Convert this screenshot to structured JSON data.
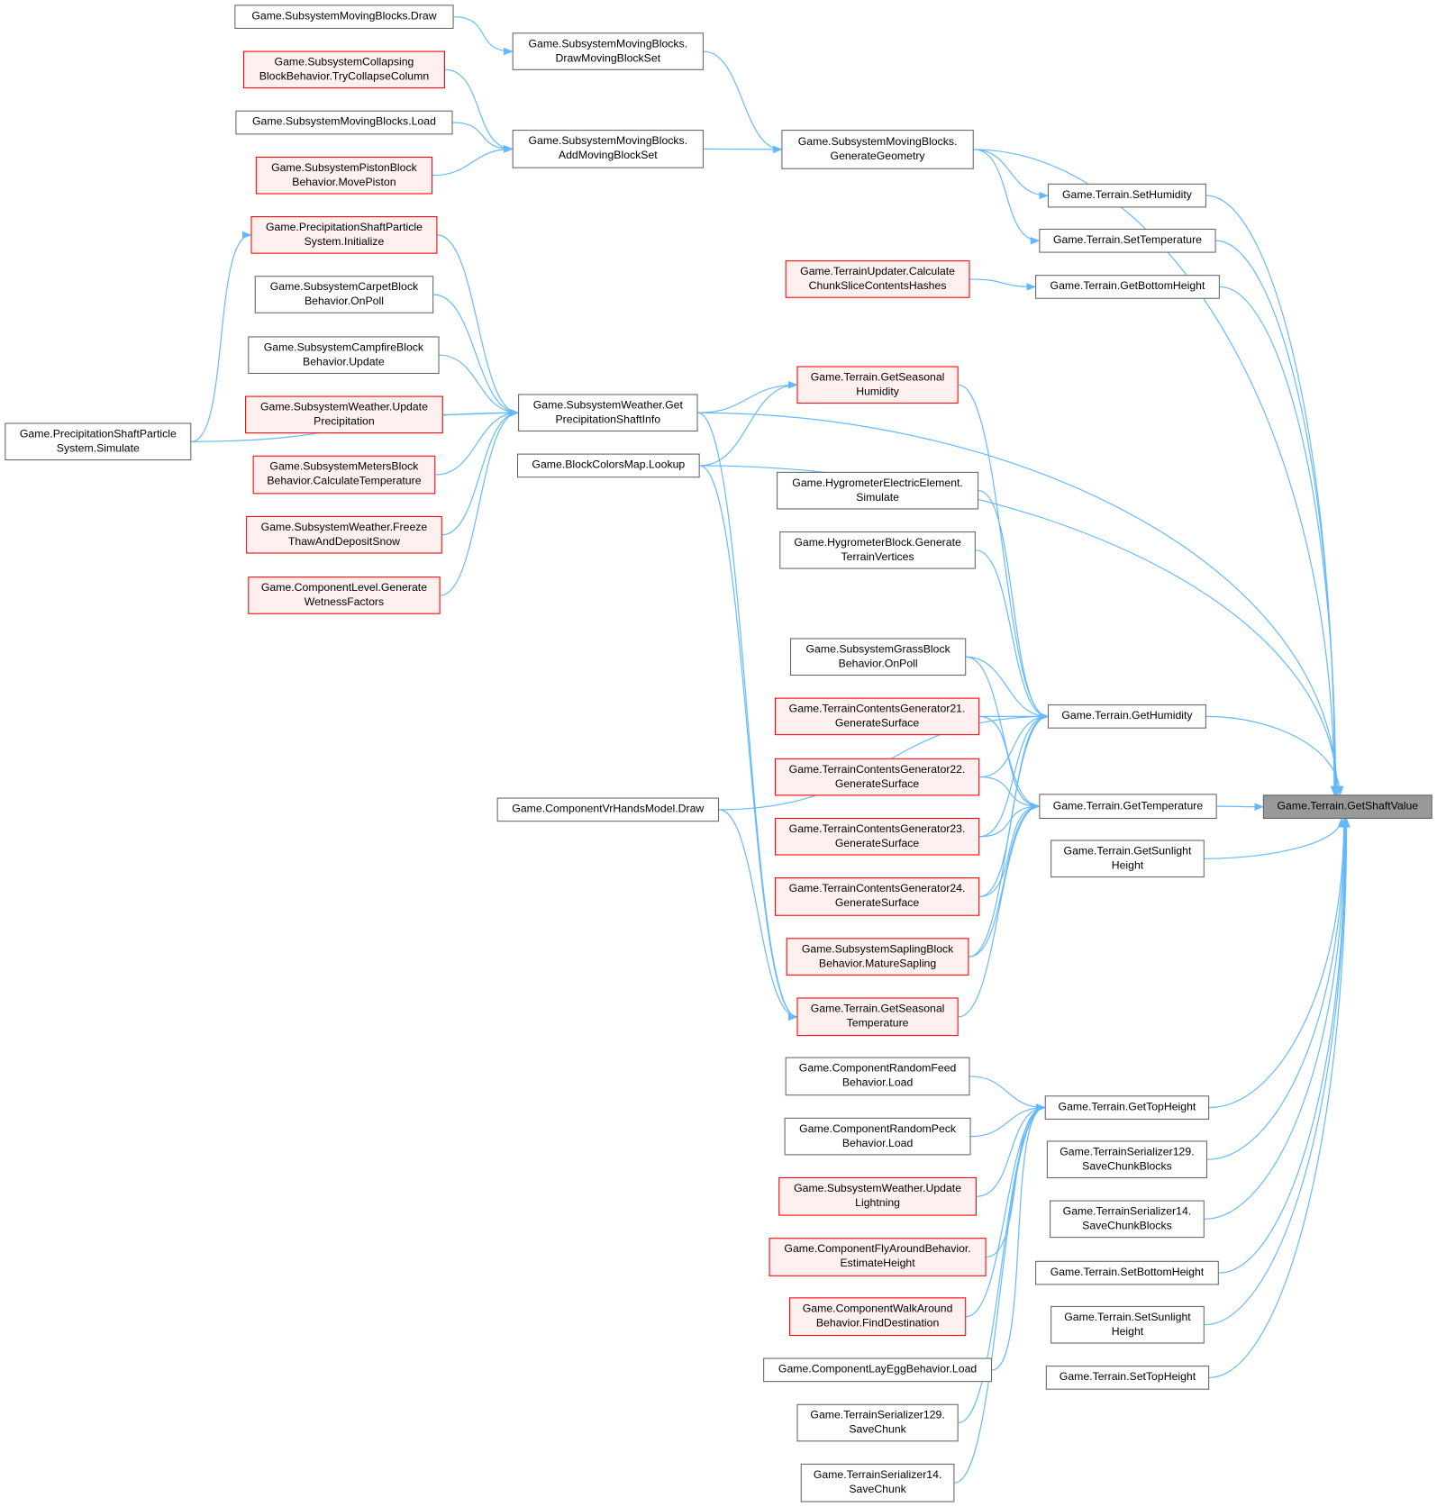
{
  "graph": {
    "title": "Game.Terrain.GetShaftValue",
    "colors": {
      "edge": "#63b8ff",
      "red_border": "#ff0000",
      "red_fill": "#fff0f0",
      "focus_fill": "#999999",
      "border": "#666666"
    },
    "nodes": [
      {
        "id": "n1",
        "label": "Game.SubsystemMovingBlocks.Draw",
        "style": "normal"
      },
      {
        "id": "n2",
        "label": "Game.SubsystemCollapsing\nBlockBehavior.TryCollapseColumn",
        "style": "red"
      },
      {
        "id": "n3",
        "label": "Game.SubsystemMovingBlocks.Load",
        "style": "normal"
      },
      {
        "id": "n4",
        "label": "Game.SubsystemPistonBlock\nBehavior.MovePiston",
        "style": "red"
      },
      {
        "id": "n5",
        "label": "Game.SubsystemMovingBlocks.\nDrawMovingBlockSet",
        "style": "normal"
      },
      {
        "id": "n6",
        "label": "Game.SubsystemMovingBlocks.\nAddMovingBlockSet",
        "style": "normal"
      },
      {
        "id": "n7",
        "label": "Game.SubsystemMovingBlocks.\nGenerateGeometry",
        "style": "normal"
      },
      {
        "id": "n8",
        "label": "Game.Terrain.SetHumidity",
        "style": "normal"
      },
      {
        "id": "n9",
        "label": "Game.Terrain.SetTemperature",
        "style": "normal"
      },
      {
        "id": "n10",
        "label": "Game.TerrainUpdater.Calculate\nChunkSliceContentsHashes",
        "style": "red"
      },
      {
        "id": "n11",
        "label": "Game.Terrain.GetBottomHeight",
        "style": "normal"
      },
      {
        "id": "n12",
        "label": "Game.PrecipitationShaftParticle\nSystem.Initialize",
        "style": "red"
      },
      {
        "id": "n13",
        "label": "Game.SubsystemCarpetBlock\nBehavior.OnPoll",
        "style": "normal"
      },
      {
        "id": "n14",
        "label": "Game.SubsystemCampfireBlock\nBehavior.Update",
        "style": "normal"
      },
      {
        "id": "n15",
        "label": "Game.SubsystemWeather.Update\nPrecipitation",
        "style": "red"
      },
      {
        "id": "n16",
        "label": "Game.SubsystemMetersBlock\nBehavior.CalculateTemperature",
        "style": "red"
      },
      {
        "id": "n17",
        "label": "Game.SubsystemWeather.Freeze\nThawAndDepositSnow",
        "style": "red"
      },
      {
        "id": "n18",
        "label": "Game.ComponentLevel.Generate\nWetnessFactors",
        "style": "red"
      },
      {
        "id": "n19",
        "label": "Game.PrecipitationShaftParticle\nSystem.Simulate",
        "style": "normal"
      },
      {
        "id": "n20",
        "label": "Game.SubsystemWeather.Get\nPrecipitationShaftInfo",
        "style": "normal"
      },
      {
        "id": "n21",
        "label": "Game.BlockColorsMap.Lookup",
        "style": "normal"
      },
      {
        "id": "n22",
        "label": "Game.Terrain.GetSeasonal\nHumidity",
        "style": "red"
      },
      {
        "id": "n23",
        "label": "Game.HygrometerElectricElement.\nSimulate",
        "style": "normal"
      },
      {
        "id": "n24",
        "label": "Game.HygrometerBlock.Generate\nTerrainVertices",
        "style": "normal"
      },
      {
        "id": "n25",
        "label": "Game.SubsystemGrassBlock\nBehavior.OnPoll",
        "style": "normal"
      },
      {
        "id": "n26",
        "label": "Game.TerrainContentsGenerator21.\nGenerateSurface",
        "style": "red"
      },
      {
        "id": "n27",
        "label": "Game.TerrainContentsGenerator22.\nGenerateSurface",
        "style": "red"
      },
      {
        "id": "n28",
        "label": "Game.TerrainContentsGenerator23.\nGenerateSurface",
        "style": "red"
      },
      {
        "id": "n29",
        "label": "Game.TerrainContentsGenerator24.\nGenerateSurface",
        "style": "red"
      },
      {
        "id": "n30",
        "label": "Game.SubsystemSaplingBlock\nBehavior.MatureSapling",
        "style": "red"
      },
      {
        "id": "n31",
        "label": "Game.Terrain.GetSeasonal\nTemperature",
        "style": "red"
      },
      {
        "id": "n32",
        "label": "Game.ComponentVrHandsModel.Draw",
        "style": "normal"
      },
      {
        "id": "n33",
        "label": "Game.Terrain.GetHumidity",
        "style": "normal"
      },
      {
        "id": "n34",
        "label": "Game.Terrain.GetTemperature",
        "style": "normal"
      },
      {
        "id": "n35",
        "label": "Game.Terrain.GetSunlight\nHeight",
        "style": "normal"
      },
      {
        "id": "n36",
        "label": "Game.Terrain.GetShaftValue",
        "style": "focus"
      },
      {
        "id": "n37",
        "label": "Game.ComponentRandomFeed\nBehavior.Load",
        "style": "normal"
      },
      {
        "id": "n38",
        "label": "Game.ComponentRandomPeck\nBehavior.Load",
        "style": "normal"
      },
      {
        "id": "n39",
        "label": "Game.SubsystemWeather.Update\nLightning",
        "style": "red"
      },
      {
        "id": "n40",
        "label": "Game.ComponentFlyAroundBehavior.\nEstimateHeight",
        "style": "red"
      },
      {
        "id": "n41",
        "label": "Game.ComponentWalkAround\nBehavior.FindDestination",
        "style": "red"
      },
      {
        "id": "n42",
        "label": "Game.ComponentLayEggBehavior.Load",
        "style": "normal"
      },
      {
        "id": "n43",
        "label": "Game.TerrainSerializer129.\nSaveChunk",
        "style": "normal"
      },
      {
        "id": "n44",
        "label": "Game.TerrainSerializer14.\nSaveChunk",
        "style": "normal"
      },
      {
        "id": "n45",
        "label": "Game.Terrain.GetTopHeight",
        "style": "normal"
      },
      {
        "id": "n46",
        "label": "Game.TerrainSerializer129.\nSaveChunkBlocks",
        "style": "normal"
      },
      {
        "id": "n47",
        "label": "Game.TerrainSerializer14.\nSaveChunkBlocks",
        "style": "normal"
      },
      {
        "id": "n48",
        "label": "Game.Terrain.SetBottomHeight",
        "style": "normal"
      },
      {
        "id": "n49",
        "label": "Game.Terrain.SetSunlight\nHeight",
        "style": "normal"
      },
      {
        "id": "n50",
        "label": "Game.Terrain.SetTopHeight",
        "style": "normal"
      }
    ],
    "edges": [
      [
        "n1",
        "n5"
      ],
      [
        "n5",
        "n7"
      ],
      [
        "n2",
        "n6"
      ],
      [
        "n3",
        "n6"
      ],
      [
        "n4",
        "n6"
      ],
      [
        "n6",
        "n7"
      ],
      [
        "n7",
        "n36"
      ],
      [
        "n7",
        "n8"
      ],
      [
        "n7",
        "n9"
      ],
      [
        "n8",
        "n36"
      ],
      [
        "n9",
        "n36"
      ],
      [
        "n10",
        "n11"
      ],
      [
        "n11",
        "n36"
      ],
      [
        "n19",
        "n12"
      ],
      [
        "n19",
        "n20"
      ],
      [
        "n12",
        "n20"
      ],
      [
        "n13",
        "n20"
      ],
      [
        "n14",
        "n20"
      ],
      [
        "n15",
        "n20"
      ],
      [
        "n16",
        "n20"
      ],
      [
        "n17",
        "n20"
      ],
      [
        "n18",
        "n20"
      ],
      [
        "n20",
        "n22"
      ],
      [
        "n20",
        "n31"
      ],
      [
        "n20",
        "n36"
      ],
      [
        "n21",
        "n22"
      ],
      [
        "n21",
        "n36"
      ],
      [
        "n21",
        "n31"
      ],
      [
        "n22",
        "n33"
      ],
      [
        "n23",
        "n33"
      ],
      [
        "n24",
        "n33"
      ],
      [
        "n25",
        "n33"
      ],
      [
        "n25",
        "n34"
      ],
      [
        "n26",
        "n33"
      ],
      [
        "n26",
        "n34"
      ],
      [
        "n27",
        "n33"
      ],
      [
        "n27",
        "n34"
      ],
      [
        "n28",
        "n33"
      ],
      [
        "n28",
        "n34"
      ],
      [
        "n29",
        "n33"
      ],
      [
        "n29",
        "n34"
      ],
      [
        "n30",
        "n33"
      ],
      [
        "n30",
        "n34"
      ],
      [
        "n31",
        "n34"
      ],
      [
        "n32",
        "n33"
      ],
      [
        "n32",
        "n31"
      ],
      [
        "n33",
        "n36"
      ],
      [
        "n34",
        "n36"
      ],
      [
        "n35",
        "n36"
      ],
      [
        "n37",
        "n45"
      ],
      [
        "n38",
        "n45"
      ],
      [
        "n39",
        "n45"
      ],
      [
        "n40",
        "n45"
      ],
      [
        "n41",
        "n45"
      ],
      [
        "n42",
        "n45"
      ],
      [
        "n43",
        "n45"
      ],
      [
        "n44",
        "n45"
      ],
      [
        "n45",
        "n36"
      ],
      [
        "n46",
        "n36"
      ],
      [
        "n47",
        "n36"
      ],
      [
        "n48",
        "n36"
      ],
      [
        "n49",
        "n36"
      ],
      [
        "n50",
        "n36"
      ]
    ]
  }
}
